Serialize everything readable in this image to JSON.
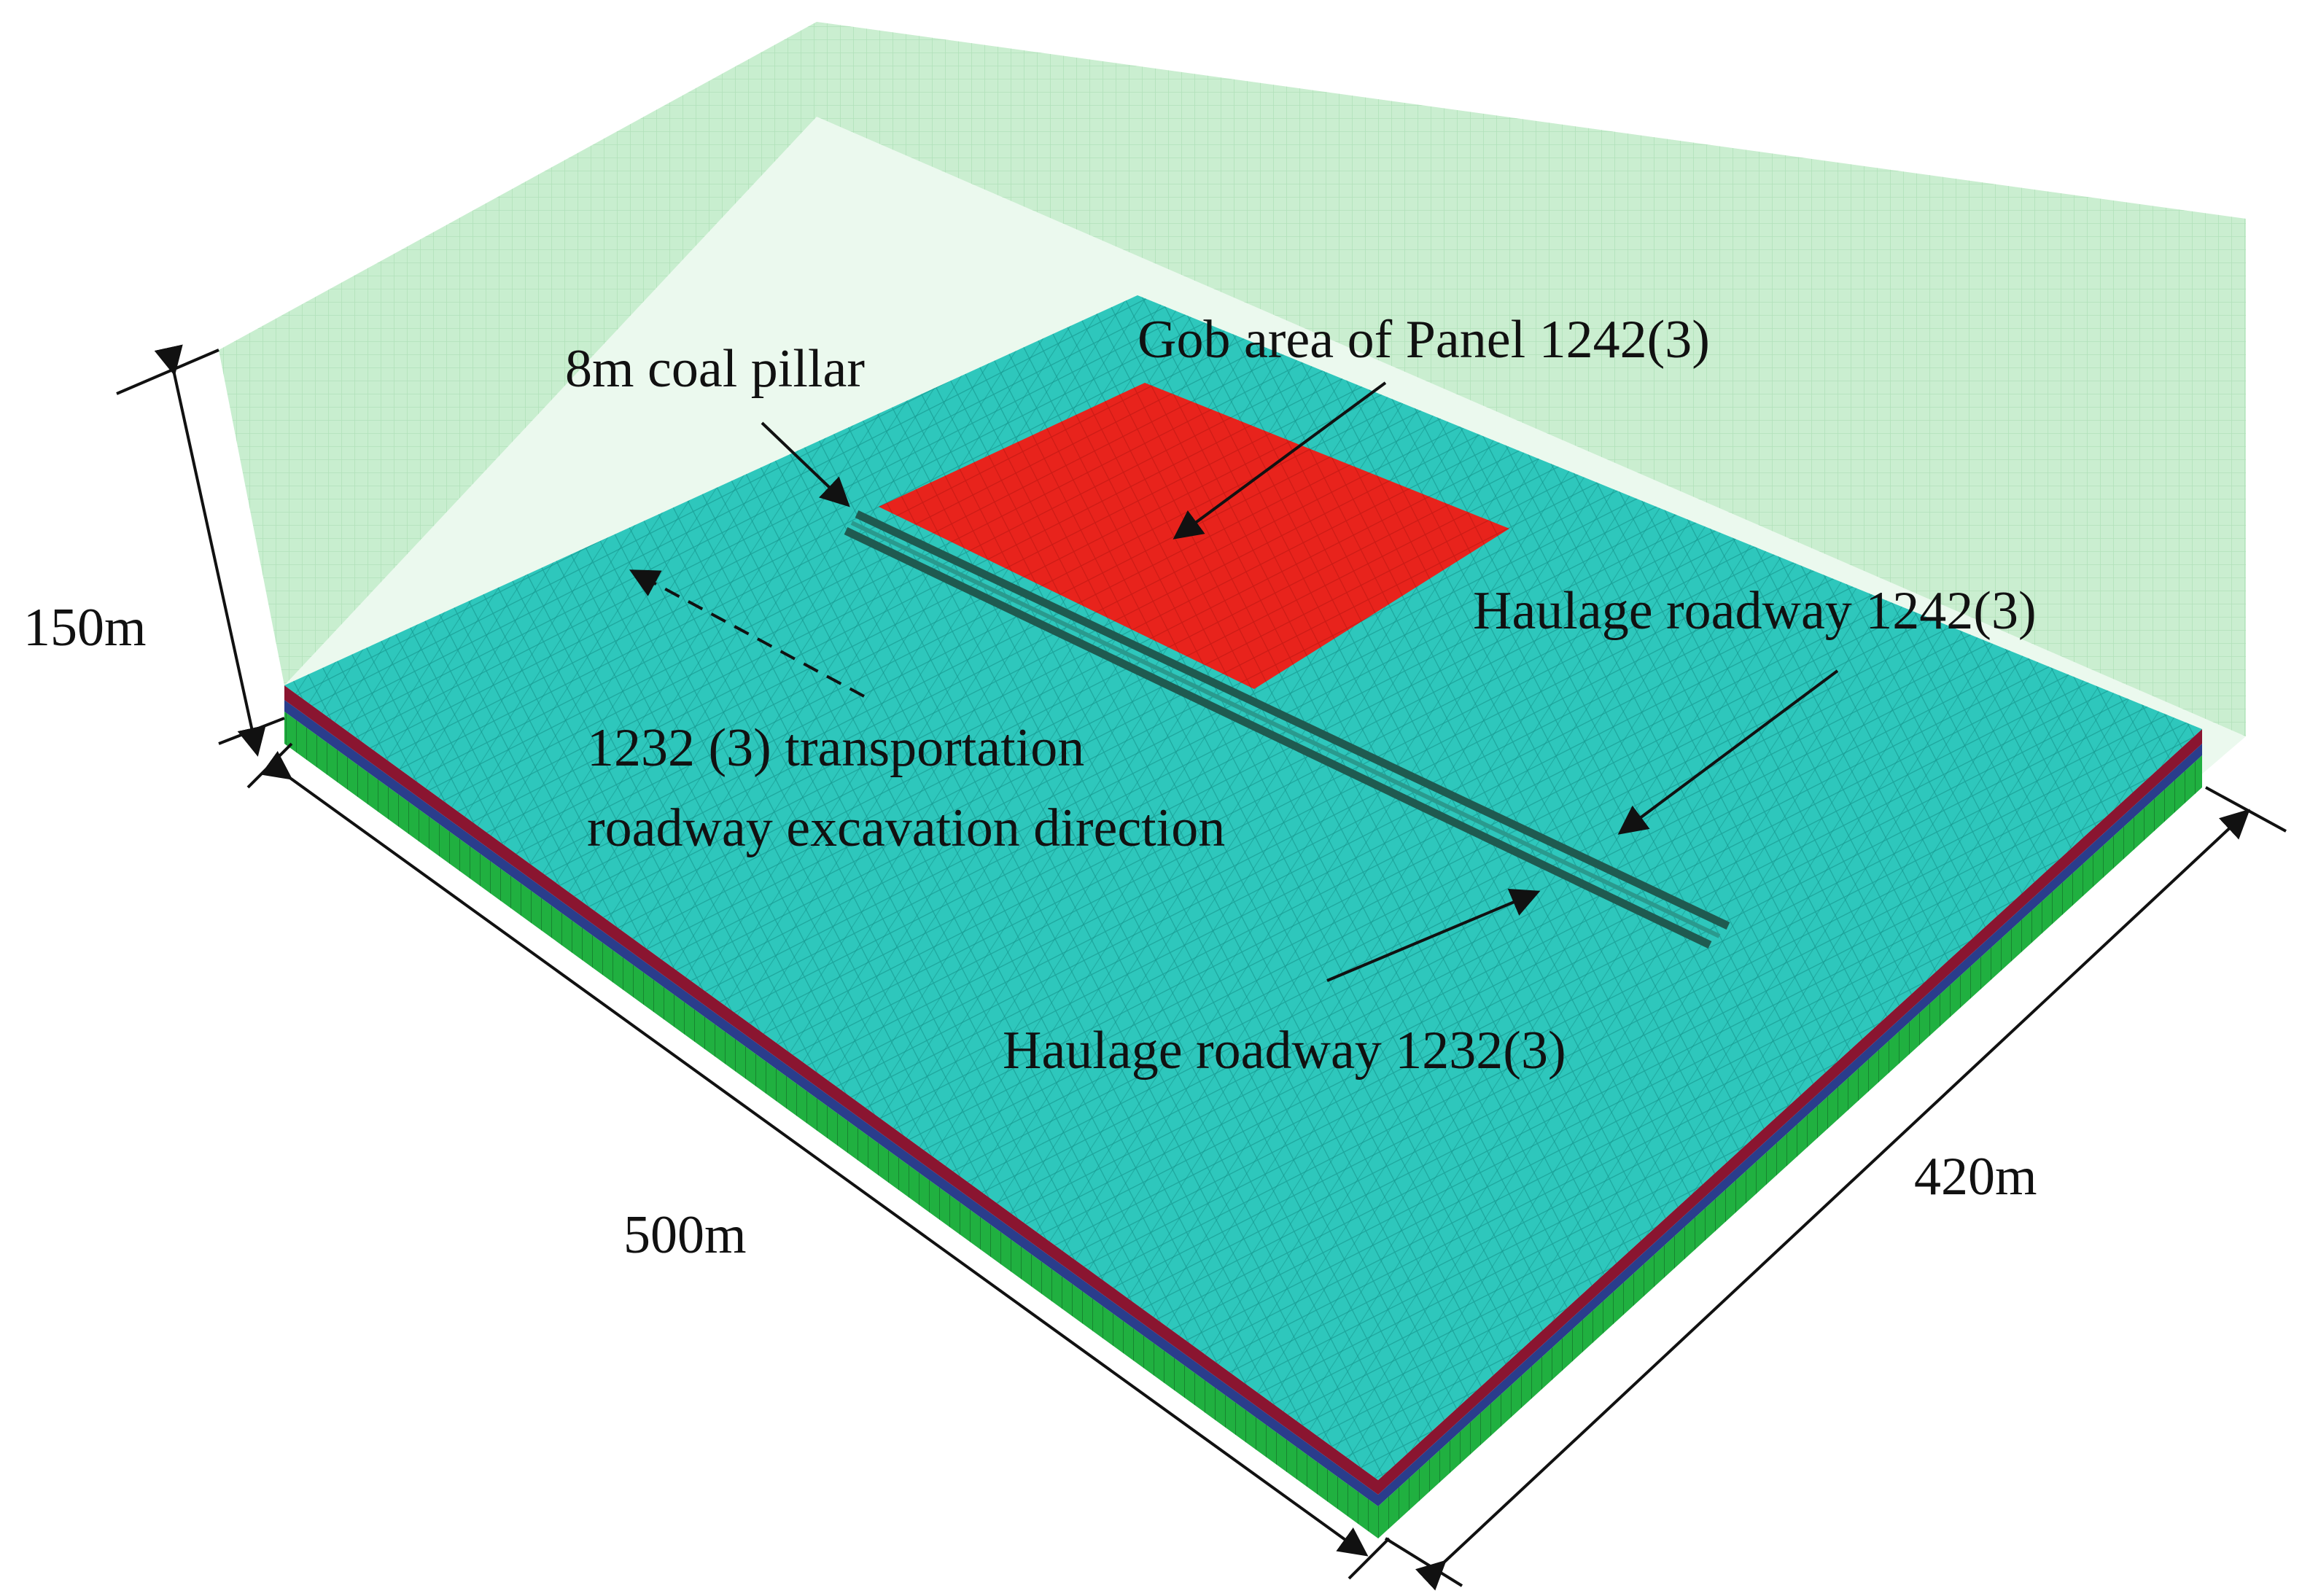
{
  "diagram": {
    "labels": {
      "height": "150m",
      "length": "500m",
      "width": "420m",
      "coal_pillar": "8m coal pillar",
      "gob_area": "Gob area of Panel 1242(3)",
      "haulage_1242": "Haulage roadway 1242(3)",
      "haulage_1232": "Haulage roadway 1232(3)",
      "excavation_line1": "1232 (3) transportation",
      "excavation_line2": "roadway excavation direction"
    },
    "colors": {
      "overburden": "#b8e8c0",
      "coal_seam_surface": "#2ec7bc",
      "mesh_line": "#0f8a82",
      "gob_area": "#e8231c",
      "roadway": "#1f5a50",
      "layer_red": "#8a1530",
      "layer_blue": "#2a3d8c",
      "layer_green": "#20b040",
      "annotation": "#111111"
    }
  }
}
